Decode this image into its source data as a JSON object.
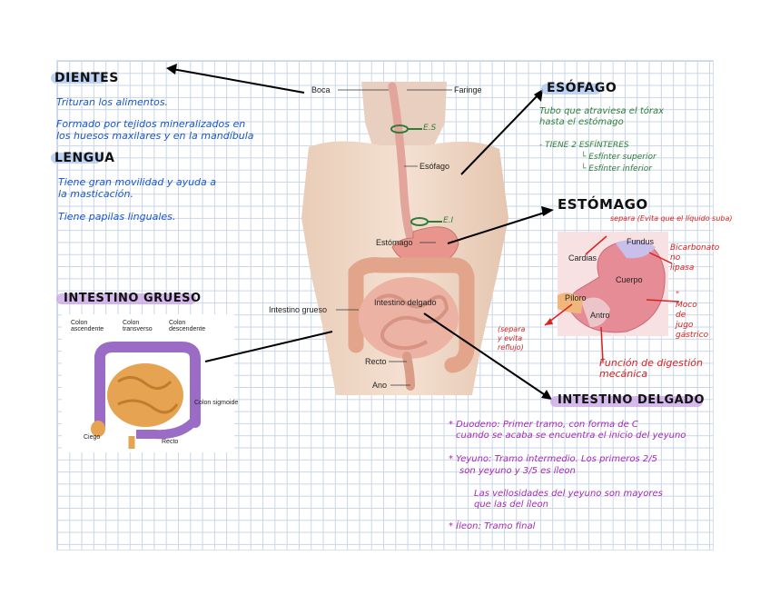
{
  "dientes": {
    "title": "DIENTES",
    "lines": [
      "Trituran los alimentos.",
      "Formado por tejidos mineralizados en",
      "los huesos maxilares y en la mandíbula"
    ]
  },
  "lengua": {
    "title": "LENGUA",
    "lines": [
      "Tiene gran movilidad y ayuda a",
      "la masticación.",
      "Tiene papilas linguales."
    ]
  },
  "intestino_grueso": {
    "title": "INTESTINO GRUESO",
    "labels": {
      "ascendente": "Colon\nascendente",
      "transverso": "Colon\ntransverso",
      "descendente": "Colon\ndescendente",
      "sigmoide": "Colon sigmoide",
      "ciego": "Ciego",
      "recto": "Recto"
    }
  },
  "body_diagram": {
    "boca": "Boca",
    "faringe": "Faringe",
    "esofago": "Esófago",
    "estomago": "Estómago",
    "intestino_grueso": "Intestino grueso",
    "intestino_delgado": "Intestino delgado",
    "recto": "Recto",
    "ano": "Ano",
    "es_mark": "E.S",
    "ei_mark": "E.I"
  },
  "esofago": {
    "title": "ESÓFAGO",
    "lines": [
      "Tubo que atraviesa el tórax",
      "hasta el estómago",
      "- TIENE 2 ESFÍNTERES",
      "└ Esfínter superior",
      "└ Esfínter inferior"
    ]
  },
  "estomago": {
    "title": "ESTÓMAGO",
    "diagram_labels": {
      "fundus": "Fundus",
      "cardias": "Cardias",
      "cuerpo": "Cuerpo",
      "piloro": "Píloro",
      "antro": "Antro"
    },
    "notes": {
      "separa": "separa (Evita que el líquido suba)",
      "bicarbonato": "Bicarbonato\nno\nlipasa",
      "moco": "\"\nMoco\nde\njugo\ngástrico",
      "separa_reflujo": "(separa\ny evita\nreflujo)",
      "funcion": "Función de digestión\nmecánica"
    }
  },
  "intestino_delgado": {
    "title": "INTESTINO DELGADO",
    "items": [
      "* Duodeno: Primer tramo, con forma de C",
      "cuando se acaba se encuentra el inicio del yeyuno",
      "* Yeyuno: Tramo intermedio. Los primeros 2/5",
      "son yeyuno y 3/5 es íleon",
      "Las vellosidades del yeyuno son mayores",
      "que las del íleon",
      "* Íleon: Tramo final"
    ]
  },
  "colors": {
    "blue_ink": "#1a56c8",
    "green_ink": "#2f7d3a",
    "red_ink": "#d8231f",
    "purple_ink": "#a52ab5",
    "blue_highlight": "#a9c6f0",
    "purple_highlight": "#c9a3e6",
    "grid": "#c9d6e8"
  }
}
